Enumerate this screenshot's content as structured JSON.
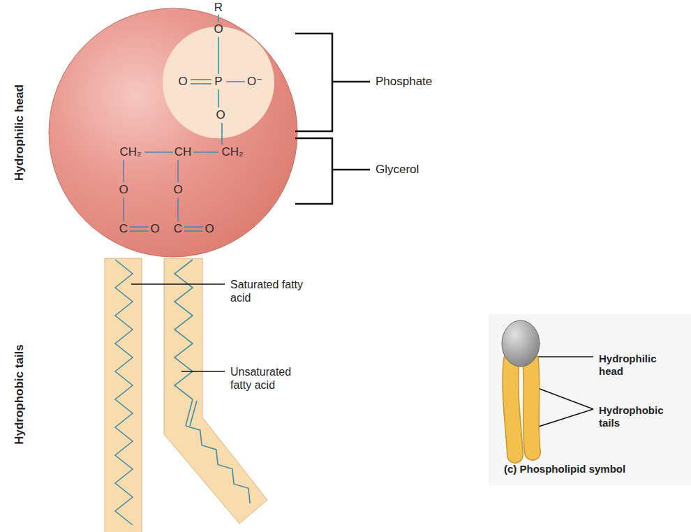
{
  "diagram": {
    "labels": [
      "Hydrophilic head",
      "Hydrophobic tails",
      "R",
      "O",
      "O",
      "P",
      "O⁻",
      "O",
      "CH₂",
      "CH",
      "CH₂",
      "O",
      "O",
      "C",
      "O",
      "C",
      "O",
      "Phosphate",
      "Glycerol",
      "Saturated fatty acid",
      "Unsaturated fatty acid",
      "Hydrophilic head",
      "Hydrophobic tails",
      "(c) Phospholipid symbol"
    ]
  }
}
